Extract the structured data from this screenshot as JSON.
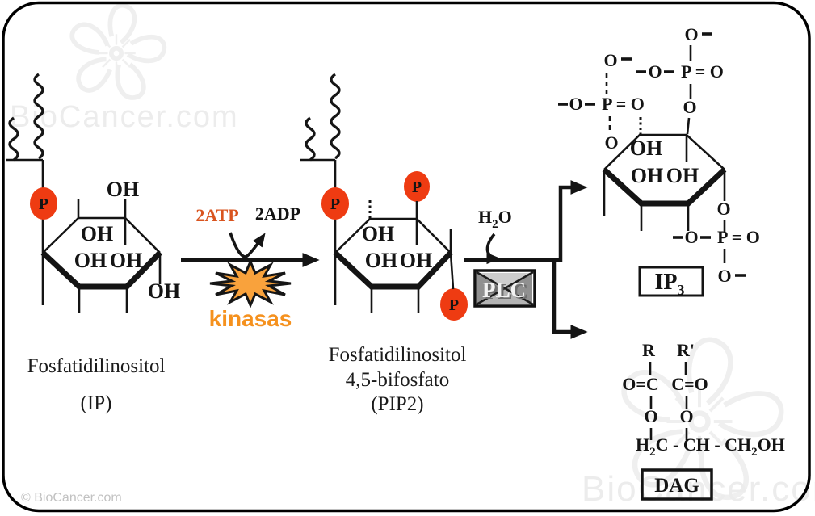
{
  "colors": {
    "phosphate_red": "#ee3b12",
    "atp_orange": "#d9541f",
    "enzyme_orange": "#f5911e",
    "starburst_orange": "#f9a23c",
    "ink": "#141414",
    "watermark_gray": "#ececec",
    "plc_gray_light": "#cdcdcd",
    "plc_gray_dark": "#909090"
  },
  "watermark": {
    "brand": "BioCancer.com",
    "copyright": "© BioCancer.com"
  },
  "labels": {
    "oh": "OH",
    "o": "O",
    "p": "P",
    "p_double_o": "P = O"
  },
  "reaction1": {
    "substrate": "2ATP",
    "product": "2ADP",
    "enzyme": "kinasas"
  },
  "reaction2": {
    "enzyme": "PLC",
    "water_h": "H",
    "water_sub": "2",
    "water_o": "O"
  },
  "molecules": {
    "ip": {
      "title": "Fosfatidilinositol",
      "abbr": "(IP)"
    },
    "pip2": {
      "title_line1": "Fosfatidilinositol",
      "title_line2": "4,5-bifosfato",
      "abbr": "(PIP2)"
    },
    "ip3": {
      "abbr_main": "IP",
      "abbr_sub": "3"
    },
    "dag": {
      "abbr": "DAG",
      "r1": "R",
      "r2": "R'",
      "ester_left": "O=C",
      "ester_right": "C=O",
      "ester_o": "O",
      "backbone_h": "H",
      "backbone_sub1": "2",
      "backbone_mid": "C - CH - CH",
      "backbone_sub2": "2",
      "backbone_end": "OH"
    }
  }
}
